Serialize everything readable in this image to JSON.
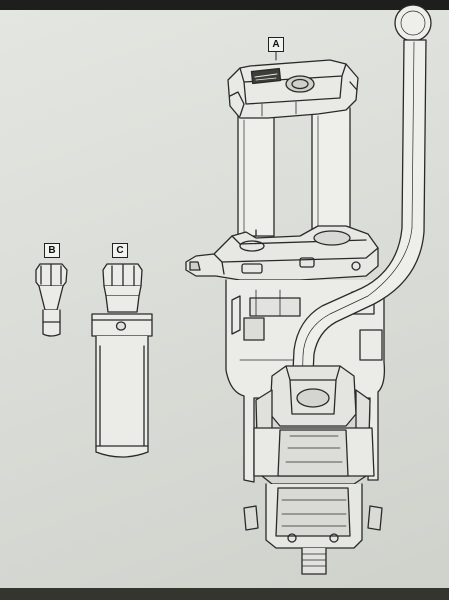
{
  "callouts": {
    "a": "A",
    "b": "B",
    "c": "C"
  },
  "colors": {
    "paper": "#dfe1dc",
    "line": "#2a2a28",
    "shade": "#4a4a46"
  }
}
